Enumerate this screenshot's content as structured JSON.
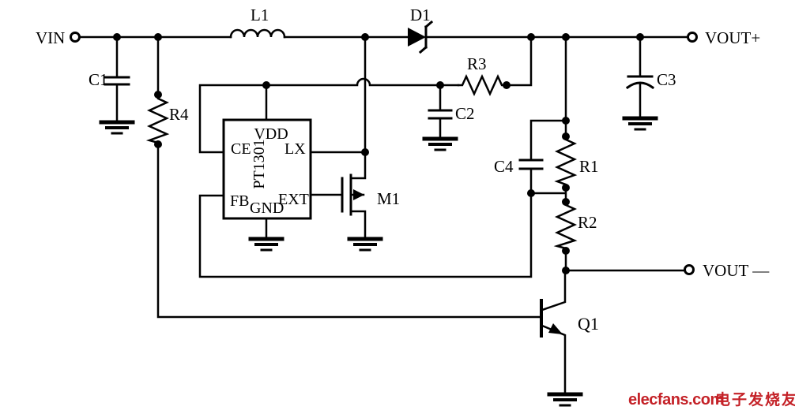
{
  "colors": {
    "wire": "#000000",
    "background": "#ffffff",
    "logo_red": "#c42127"
  },
  "terminals": {
    "vin": "VIN",
    "vout_plus": "VOUT+",
    "vout_minus": "VOUT —"
  },
  "components": {
    "l1": "L1",
    "d1": "D1",
    "c1": "C1",
    "c2": "C2",
    "c3": "C3",
    "c4": "C4",
    "r1": "R1",
    "r2": "R2",
    "r3": "R3",
    "r4": "R4",
    "m1": "M1",
    "q1": "Q1"
  },
  "ic": {
    "part": "PT1301",
    "pins": {
      "vdd": "VDD",
      "ce": "CE",
      "lx": "LX",
      "fb": "FB",
      "gnd": "GND",
      "ext": "EXT"
    }
  },
  "watermark": {
    "brand": "elecfans.com",
    "chinese": "电子发烧友"
  }
}
